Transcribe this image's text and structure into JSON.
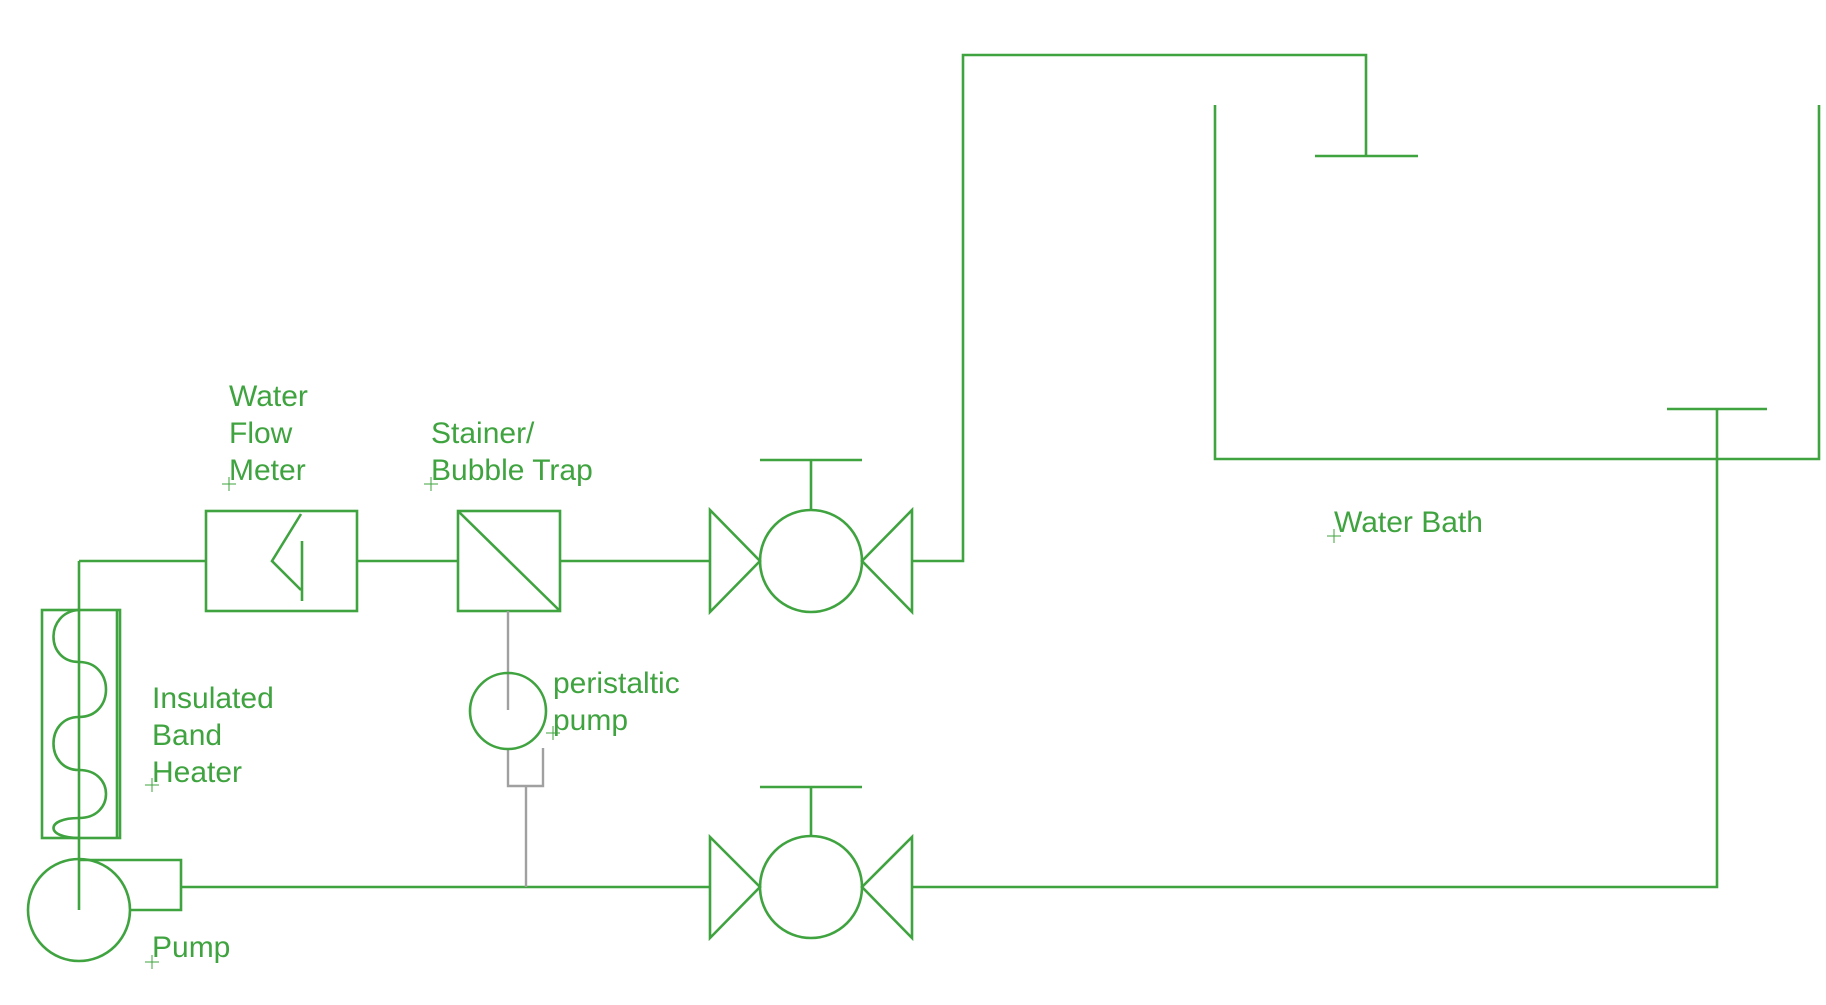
{
  "colors": {
    "pipe": "#3fa33f",
    "sample_line": "#a0a0a0",
    "background": "#ffffff"
  },
  "labels": {
    "water_flow_meter": [
      "Water",
      "Flow",
      "Meter"
    ],
    "strainer": [
      "Stainer/",
      "Bubble Trap"
    ],
    "water_bath": [
      "Water Bath"
    ],
    "peristaltic_pump": [
      "peristaltic",
      "pump"
    ],
    "band_heater": [
      "Insulated",
      "Band",
      "Heater"
    ],
    "pump": [
      "Pump"
    ]
  }
}
